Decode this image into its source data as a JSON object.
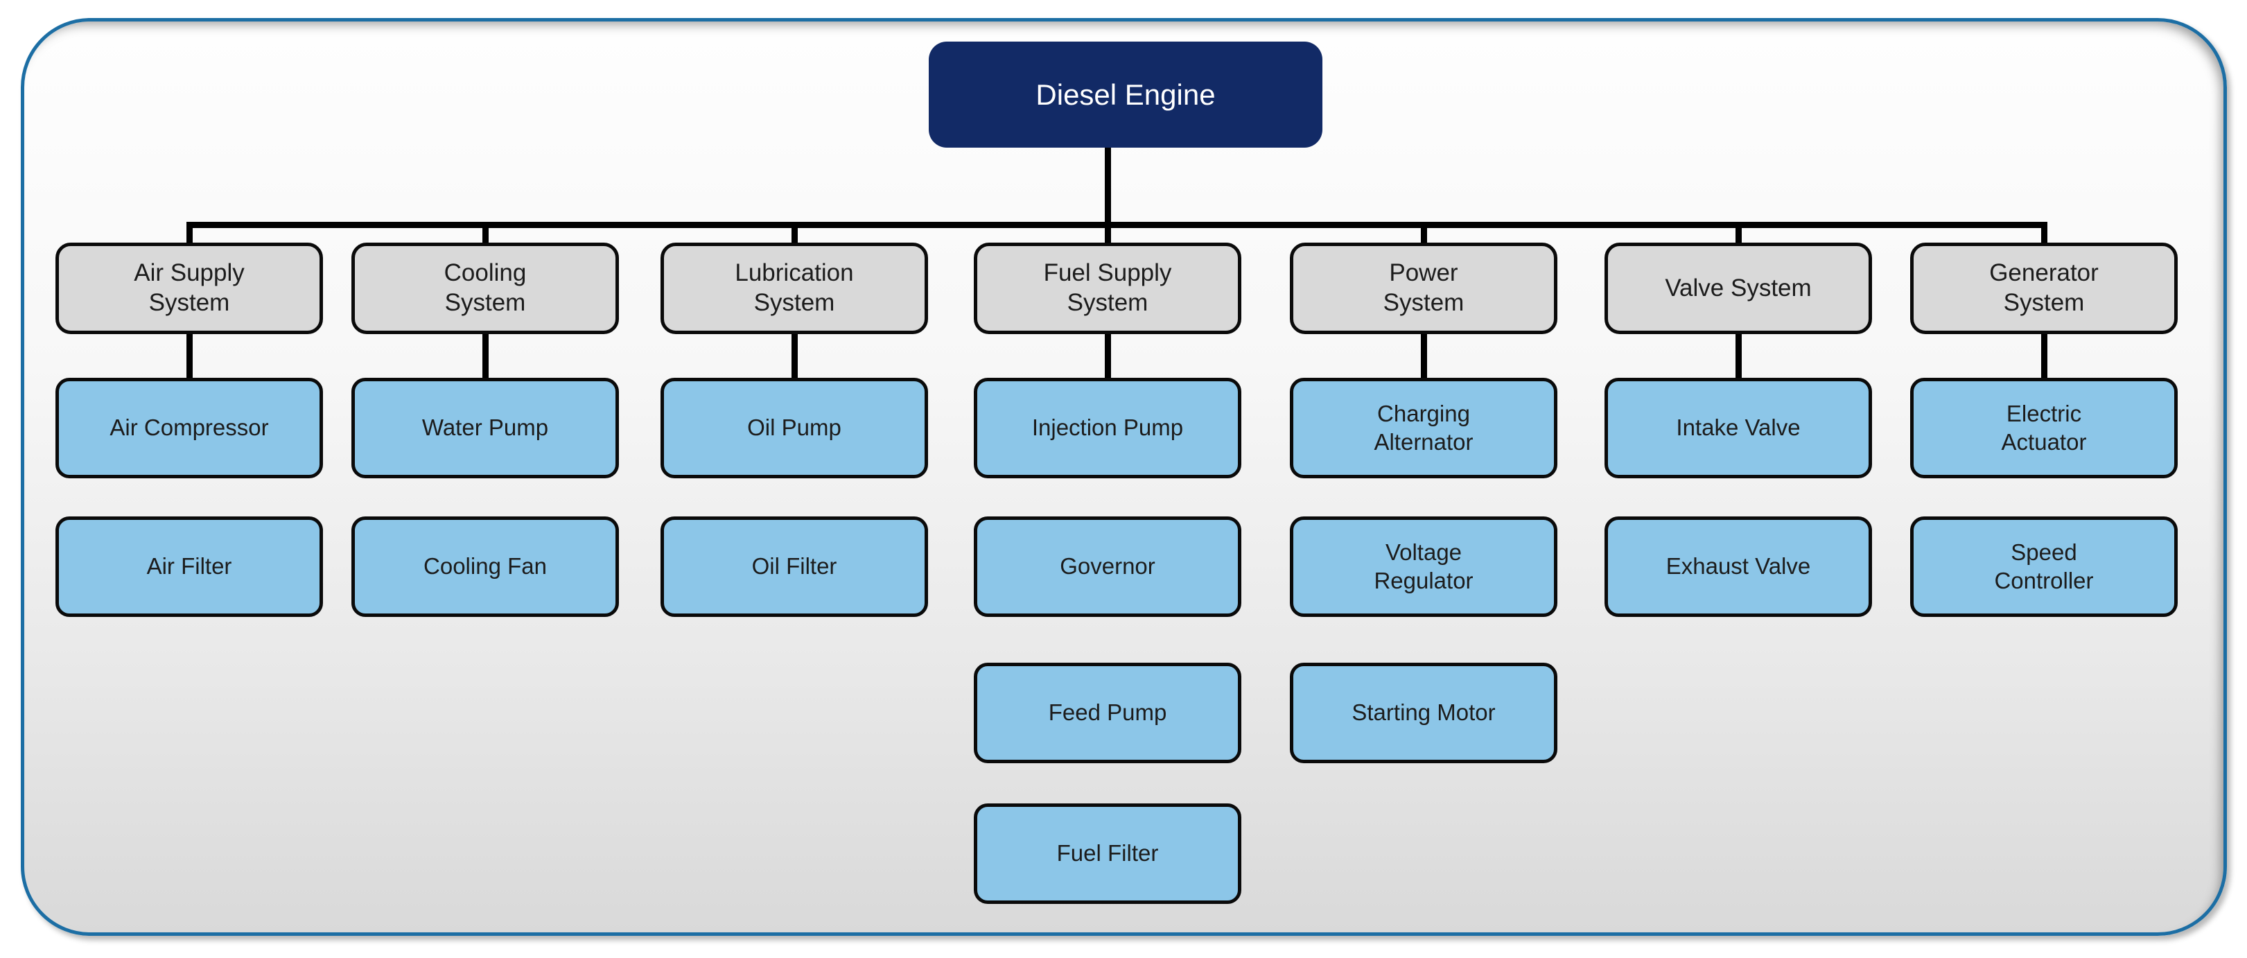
{
  "diagram": {
    "root": {
      "label": "Diesel Engine"
    },
    "columns": [
      {
        "header": "Air Supply\nSystem",
        "children": [
          "Air Compressor",
          "Air Filter"
        ]
      },
      {
        "header": "Cooling\nSystem",
        "children": [
          "Water Pump",
          "Cooling Fan"
        ]
      },
      {
        "header": "Lubrication\nSystem",
        "children": [
          "Oil Pump",
          "Oil Filter"
        ]
      },
      {
        "header": "Fuel Supply\nSystem",
        "children": [
          "Injection Pump",
          "Governor",
          "Feed Pump",
          "Fuel Filter"
        ]
      },
      {
        "header": "Power\nSystem",
        "children": [
          "Charging\nAlternator",
          "Voltage\nRegulator",
          "Starting Motor"
        ]
      },
      {
        "header": "Valve System",
        "children": [
          "Intake Valve",
          "Exhaust Valve"
        ]
      },
      {
        "header": "Generator\nSystem",
        "children": [
          "Electric\nActuator",
          "Speed\nController"
        ]
      }
    ],
    "colors": {
      "root_fill": "#122A66",
      "root_text": "#FFFFFF",
      "header_fill": "#D9D9D9",
      "child_fill": "#8CC6E8",
      "box_border": "#0A0A0A",
      "line_color": "#000000",
      "node_text": "#1C1C1C",
      "frame_border": "#1C6EA4"
    }
  }
}
